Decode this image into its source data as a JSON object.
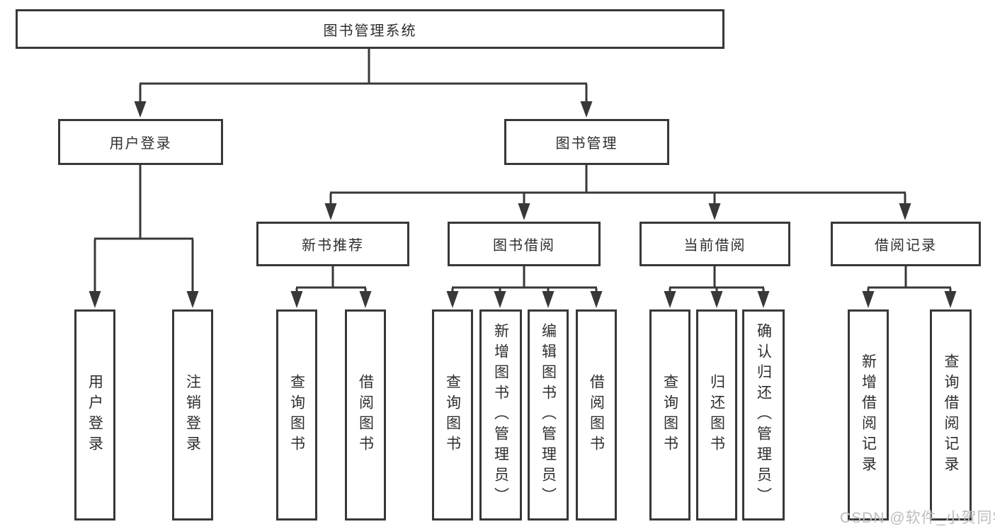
{
  "tree": {
    "label": "图书管理系统",
    "children": [
      {
        "label": "用户登录",
        "children": [
          {
            "label": "用户登录"
          },
          {
            "label": "注销登录"
          }
        ]
      },
      {
        "label": "图书管理",
        "children": [
          {
            "label": "新书推荐",
            "children": [
              {
                "label": "查询图书"
              },
              {
                "label": "借阅图书"
              }
            ]
          },
          {
            "label": "图书借阅",
            "children": [
              {
                "label": "查询图书"
              },
              {
                "label": "新增图书（管理员）"
              },
              {
                "label": "编辑图书（管理员）"
              },
              {
                "label": "借阅图书"
              }
            ]
          },
          {
            "label": "当前借阅",
            "children": [
              {
                "label": "查询图书"
              },
              {
                "label": "归还图书"
              },
              {
                "label": "确认归还（管理员）"
              }
            ]
          },
          {
            "label": "借阅记录",
            "children": [
              {
                "label": "新增借阅记录"
              },
              {
                "label": "查询借阅记录"
              }
            ]
          }
        ]
      }
    ]
  },
  "watermark": {
    "text": "CSDN @软件_小贺同学"
  },
  "colors": {
    "line": "#383838",
    "box_border": "#383838",
    "box_background": "#ffffff",
    "text": "#2e2e2e",
    "page_background": "#ffffff",
    "watermark": "#bcbcbc"
  }
}
